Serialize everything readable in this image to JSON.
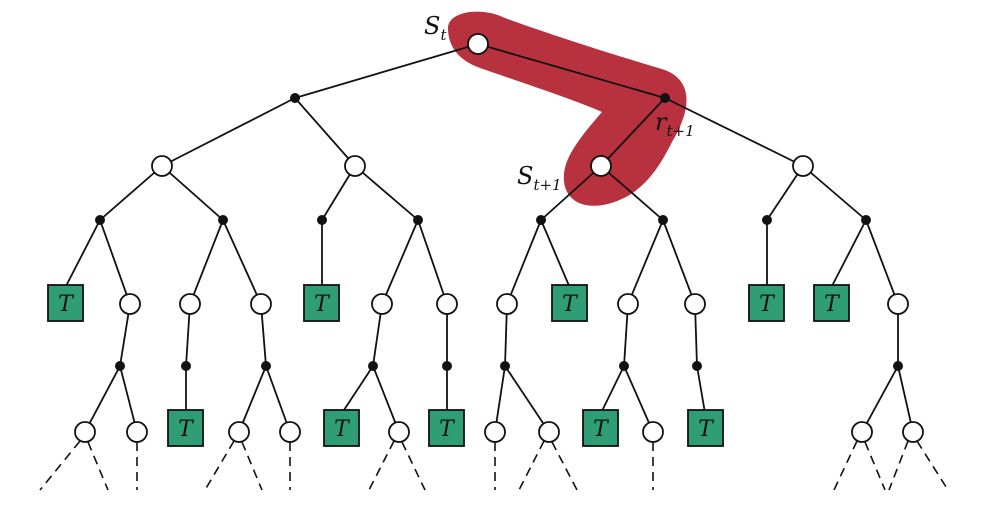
{
  "colors": {
    "highlight": "#b8313f",
    "terminal_fill": "#2f9e77",
    "line": "#111111"
  },
  "labels": {
    "state_t_base": "S",
    "state_t_sub": "t",
    "state_t1_base": "S",
    "state_t1_sub": "t+1",
    "reward_base": "r",
    "reward_sub": "t+1"
  },
  "terminal_label": "T"
}
